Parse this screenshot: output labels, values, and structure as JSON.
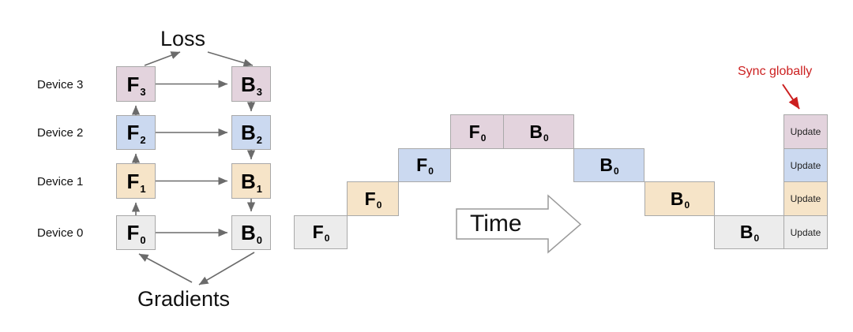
{
  "diagram": {
    "title_top": "Loss",
    "title_bottom": "Gradients",
    "time_label": "Time",
    "sync_label": "Sync globally",
    "sync_color": "#cc1f1f",
    "device_labels": [
      "Device 0",
      "Device 1",
      "Device 2",
      "Device 3"
    ],
    "device_colors": {
      "device0": "#ececec",
      "device1": "#f6e4c8",
      "device2": "#cbd9f0",
      "device3": "#e3d3dd"
    },
    "stroke_color": "#6b6b6b",
    "box_border": "#a8a8a8"
  },
  "graph": {
    "forward_nodes": [
      {
        "label": "F",
        "sub": "3",
        "device": "Device 3"
      },
      {
        "label": "F",
        "sub": "2",
        "device": "Device 2"
      },
      {
        "label": "F",
        "sub": "1",
        "device": "Device 1"
      },
      {
        "label": "F",
        "sub": "0",
        "device": "Device 0"
      }
    ],
    "backward_nodes": [
      {
        "label": "B",
        "sub": "3",
        "device": "Device 3"
      },
      {
        "label": "B",
        "sub": "2",
        "device": "Device 2"
      },
      {
        "label": "B",
        "sub": "1",
        "device": "Device 1"
      },
      {
        "label": "B",
        "sub": "0",
        "device": "Device 0"
      }
    ]
  },
  "timeline": {
    "rows": [
      {
        "device": "Device 3",
        "blocks": [
          {
            "label": "F",
            "sub": "0",
            "kind": "forward"
          },
          {
            "label": "B",
            "sub": "0",
            "kind": "backward"
          },
          {
            "label": "Update",
            "kind": "update"
          }
        ]
      },
      {
        "device": "Device 2",
        "blocks": [
          {
            "label": "F",
            "sub": "0",
            "kind": "forward"
          },
          {
            "label": "B",
            "sub": "0",
            "kind": "backward"
          },
          {
            "label": "Update",
            "kind": "update"
          }
        ]
      },
      {
        "device": "Device 1",
        "blocks": [
          {
            "label": "F",
            "sub": "0",
            "kind": "forward"
          },
          {
            "label": "B",
            "sub": "0",
            "kind": "backward"
          },
          {
            "label": "Update",
            "kind": "update"
          }
        ]
      },
      {
        "device": "Device 0",
        "blocks": [
          {
            "label": "F",
            "sub": "0",
            "kind": "forward"
          },
          {
            "label": "B",
            "sub": "0",
            "kind": "backward"
          },
          {
            "label": "Update",
            "kind": "update"
          }
        ]
      }
    ],
    "update_label": "Update"
  },
  "labels": {
    "F0": "F",
    "F1": "F",
    "F2": "F",
    "F3": "F",
    "B0": "B",
    "B1": "B",
    "B2": "B",
    "B3": "B",
    "s0": "0",
    "s1": "1",
    "s2": "2",
    "s3": "3"
  }
}
